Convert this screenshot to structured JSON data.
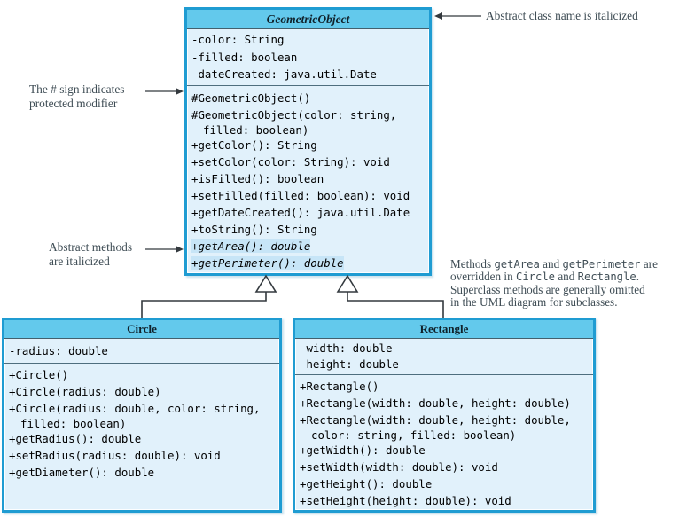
{
  "colors": {
    "header": "#63c9ec",
    "body": "#e1f1fb",
    "border": "#1f9cd2",
    "abstract_highlight": "#c7e5f7",
    "annotation_text": "#3f4d55",
    "arrow": "#33393e"
  },
  "annotations": {
    "abstract_class_note": "Abstract class name is italicized",
    "protected_note": [
      "The # sign indicates",
      "protected modifier"
    ],
    "abstract_methods_note": [
      "Abstract methods",
      "are italicized"
    ],
    "override_note_lines": [
      [
        {
          "text": "Methods ",
          "mono": false
        },
        {
          "text": "getArea",
          "mono": true
        },
        {
          "text": " and ",
          "mono": false
        },
        {
          "text": "getPerimeter",
          "mono": true
        },
        {
          "text": " are",
          "mono": false
        }
      ],
      [
        {
          "text": "overridden in ",
          "mono": false
        },
        {
          "text": "Circle",
          "mono": true
        },
        {
          "text": " and ",
          "mono": false
        },
        {
          "text": "Rectangle",
          "mono": true
        },
        {
          "text": ".",
          "mono": false
        }
      ],
      [
        {
          "text": "Superclass methods are generally omitted",
          "mono": false
        }
      ],
      [
        {
          "text": "in the UML diagram for subclasses.",
          "mono": false
        }
      ]
    ]
  },
  "classes": {
    "geometric_object": {
      "title": "GeometricObject",
      "fields": [
        "-color: String",
        "-filled: boolean",
        "-dateCreated: java.util.Date"
      ],
      "methods": [
        {
          "lines": [
            "#GeometricObject()"
          ]
        },
        {
          "lines": [
            "#GeometricObject(color: string,",
            "filled: boolean)"
          ]
        },
        {
          "lines": [
            "+getColor(): String"
          ]
        },
        {
          "lines": [
            "+setColor(color: String): void"
          ]
        },
        {
          "lines": [
            "+isFilled(): boolean"
          ]
        },
        {
          "lines": [
            "+setFilled(filled: boolean): void"
          ]
        },
        {
          "lines": [
            "+getDateCreated(): java.util.Date"
          ]
        },
        {
          "lines": [
            "+toString(): String"
          ]
        },
        {
          "lines": [
            "+getArea(): double"
          ],
          "abstract": true
        },
        {
          "lines": [
            "+getPerimeter(): double"
          ],
          "abstract": true
        }
      ]
    },
    "circle": {
      "title": "Circle",
      "fields": [
        "-radius: double"
      ],
      "methods": [
        {
          "lines": [
            "+Circle()"
          ]
        },
        {
          "lines": [
            "+Circle(radius: double)"
          ]
        },
        {
          "lines": [
            "+Circle(radius: double, color: string,",
            "filled: boolean)"
          ]
        },
        {
          "lines": [
            "+getRadius(): double"
          ]
        },
        {
          "lines": [
            "+setRadius(radius: double): void"
          ]
        },
        {
          "lines": [
            "+getDiameter(): double"
          ]
        }
      ]
    },
    "rectangle": {
      "title": "Rectangle",
      "fields": [
        "-width: double",
        "-height: double"
      ],
      "methods": [
        {
          "lines": [
            "+Rectangle()"
          ]
        },
        {
          "lines": [
            "+Rectangle(width: double, height: double)"
          ]
        },
        {
          "lines": [
            "+Rectangle(width: double, height: double,",
            "color: string, filled: boolean)"
          ]
        },
        {
          "lines": [
            "+getWidth(): double"
          ]
        },
        {
          "lines": [
            "+setWidth(width: double): void"
          ]
        },
        {
          "lines": [
            "+getHeight(): double"
          ]
        },
        {
          "lines": [
            "+setHeight(height: double): void"
          ]
        }
      ]
    }
  }
}
